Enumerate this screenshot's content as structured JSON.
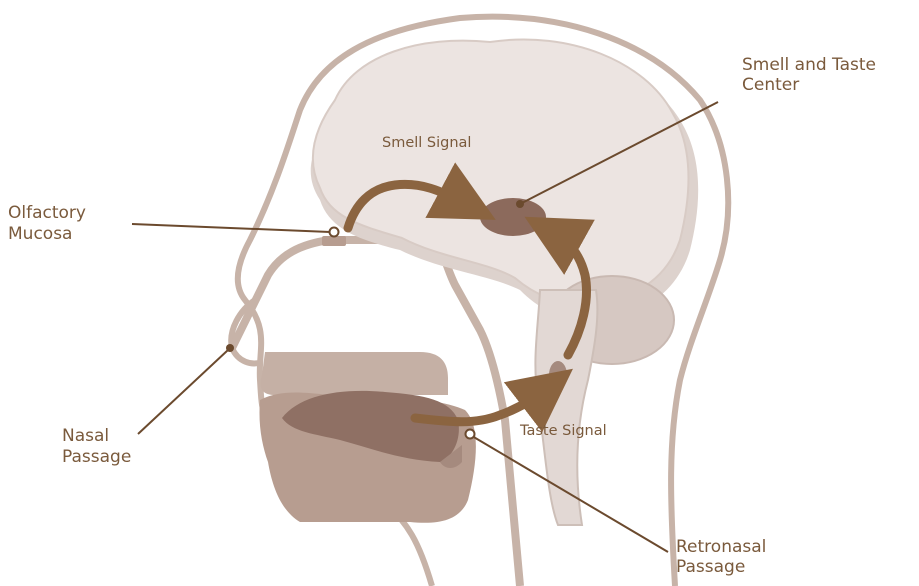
{
  "labels": {
    "smell_taste_center_line1": "Smell and Taste",
    "smell_taste_center_line2": "Center",
    "smell_signal": "Smell Signal",
    "olfactory_line1": "Olfactory",
    "olfactory_line2": "Mucosa",
    "nasal_line1": "Nasal",
    "nasal_line2": "Passage",
    "taste_signal": "Taste Signal",
    "retronasal_line1": "Retronasal",
    "retronasal_line2": "Passage"
  },
  "colors": {
    "head_outline": "#c7b3a8",
    "brain_fill": "#ece4e1",
    "brain_shadow": "#ddd2cd",
    "cavity_fill": "#b79d90",
    "tongue_fill": "#8f7064",
    "center_fill": "#8c6a5c",
    "arrow": "#8b6440",
    "text": "#7a5a3c"
  }
}
